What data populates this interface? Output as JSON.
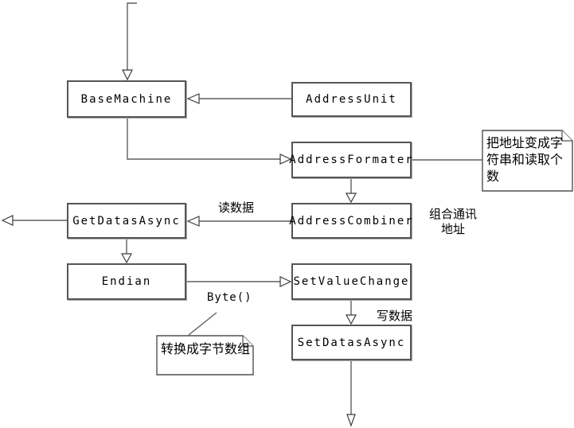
{
  "diagram": {
    "nodes": {
      "base_machine": "BaseMachine",
      "address_unit": "AddressUnit",
      "address_formater": "AddressFormater",
      "get_datas_async": "GetDatasAsync",
      "address_combiner": "AddressCombiner",
      "endian": "Endian",
      "set_value_change": "SetValueChange",
      "set_datas_async": "SetDatasAsync"
    },
    "notes": {
      "address_note": "把地址变成字符串和读取个数",
      "byte_note": "转换成字节数组"
    },
    "edge_labels": {
      "read_data": "读数据",
      "combine": "组合通讯\n地址",
      "byte_call": "Byte()",
      "write_data": "写数据"
    },
    "colors": {
      "background": "#ffffff",
      "line": "#5f5f5f",
      "border": "#555555",
      "text": "#000000"
    }
  }
}
